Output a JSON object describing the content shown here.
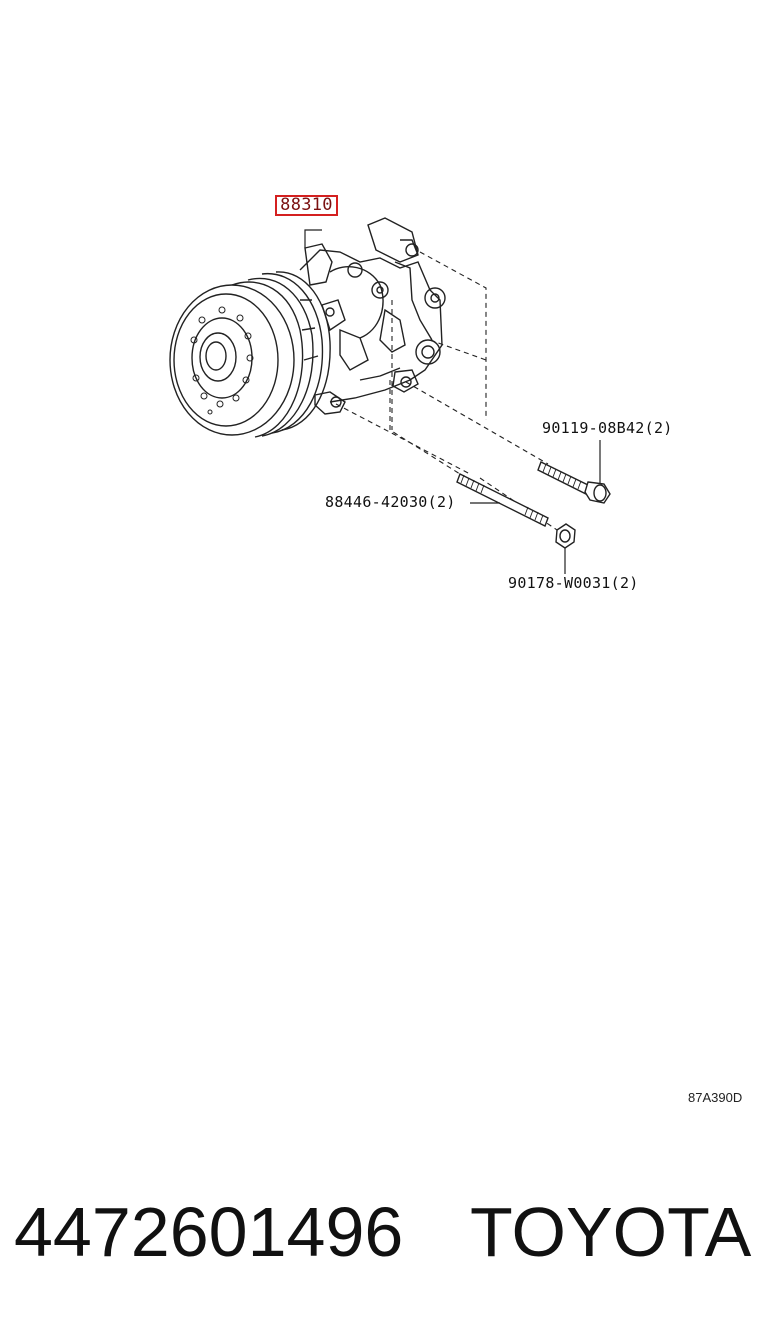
{
  "callouts": {
    "compressor": "88310",
    "bolt": "90119-08B42(2)",
    "stud": "88446-42030(2)",
    "nut": "90178-W0031(2)"
  },
  "diagram_code": "87A390D",
  "footer": {
    "part_number": "4472601496",
    "brand": "TOYOTA"
  },
  "colors": {
    "highlight_border": "#d42020",
    "line": "#222222"
  }
}
